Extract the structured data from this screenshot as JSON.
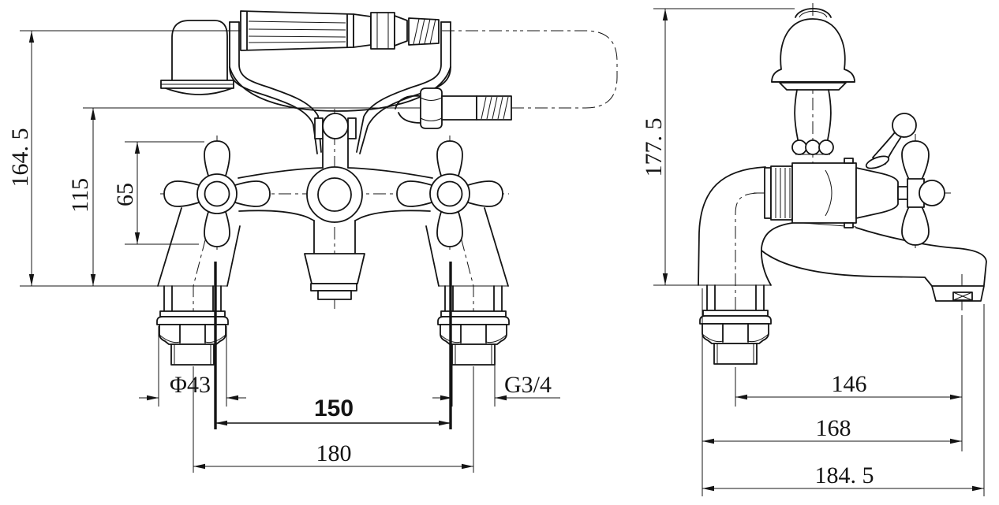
{
  "front_view": {
    "dims": {
      "height_total": "164. 5",
      "height_hose": "115",
      "handle": "65",
      "flange": "Φ43",
      "thread": "G3/4",
      "centres": "150",
      "width": "180"
    }
  },
  "side_view": {
    "dims": {
      "height": "177. 5",
      "reach_centre": "146",
      "reach": "168",
      "depth": "184. 5"
    }
  }
}
